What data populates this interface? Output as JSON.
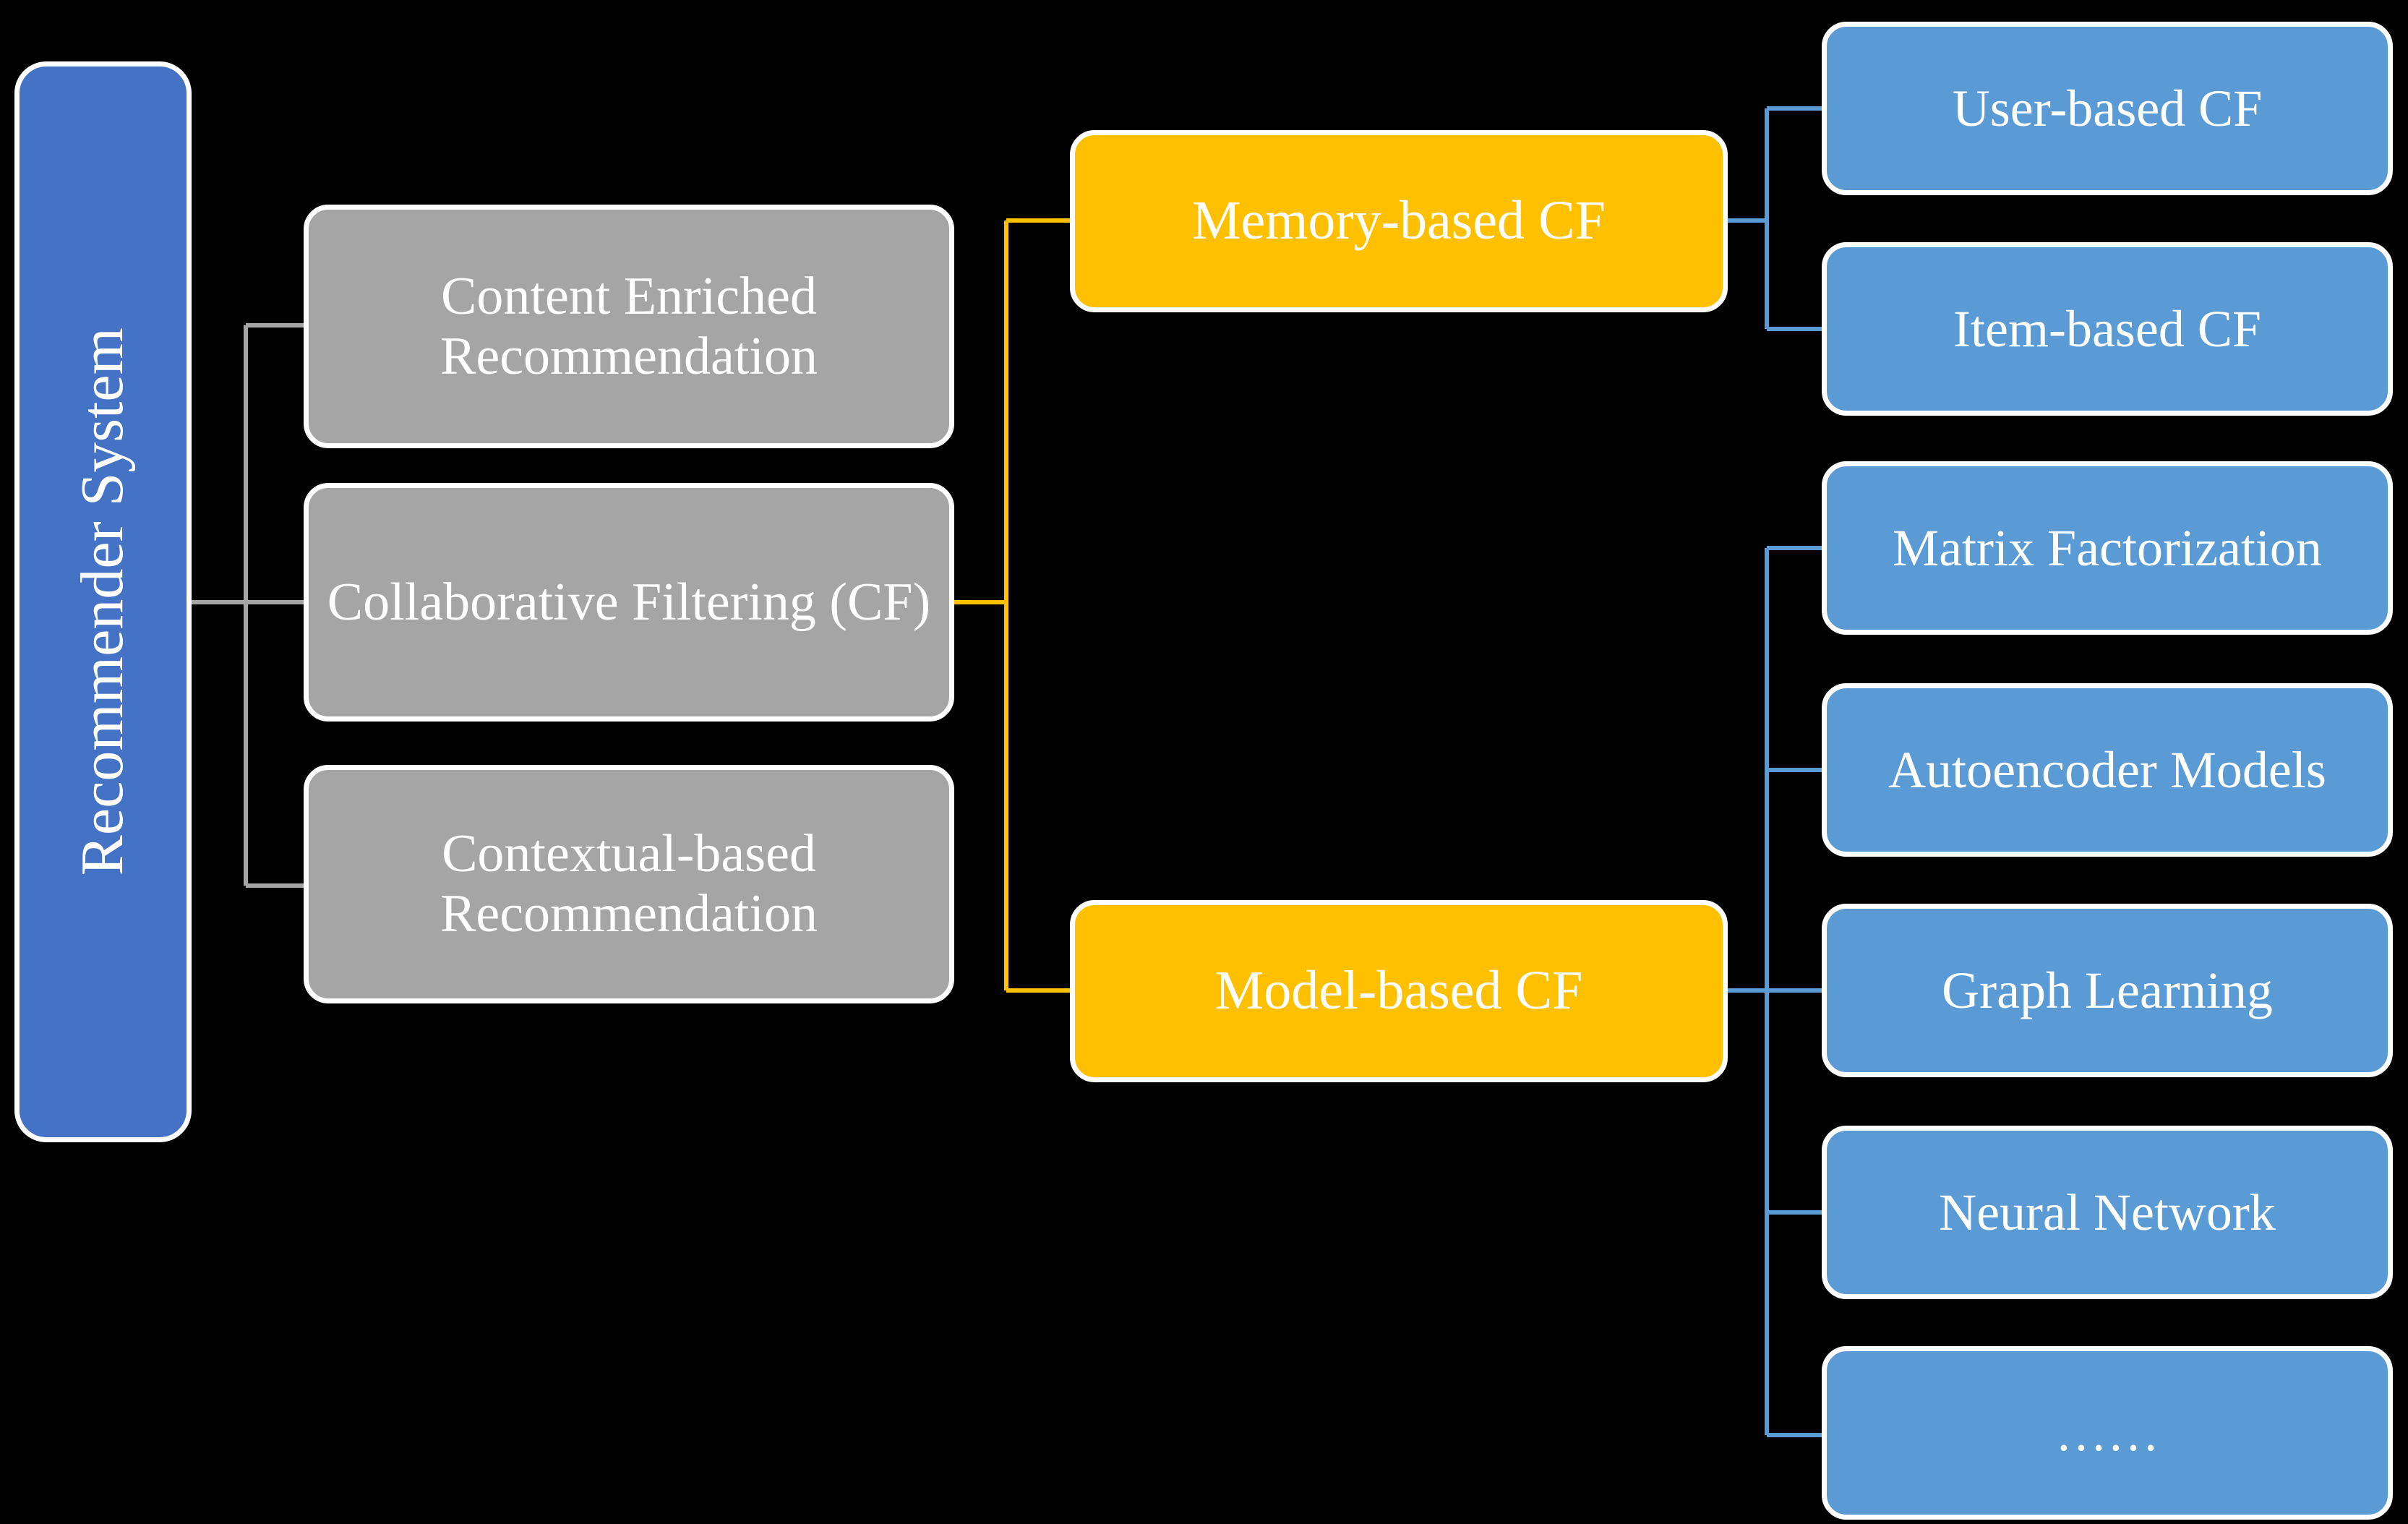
{
  "diagram": {
    "title": "Recommender System taxonomy",
    "background": "#000000",
    "colors": {
      "root": "#4472C4",
      "level1": "#A5A5A5",
      "level2": "#FFC000",
      "level3": "#5B9BD5",
      "text": "#FFFFFF",
      "border": "#FFFFFF",
      "connector_gray": "#A5A5A5",
      "connector_yellow": "#FFC000",
      "connector_blue": "#5B9BD5"
    },
    "root": {
      "label": "Recommender System",
      "orientation": "vertical"
    },
    "level1": [
      {
        "id": "content-enriched",
        "label": "Content Enriched Recommendation"
      },
      {
        "id": "collaborative-filtering",
        "label": "Collaborative Filtering (CF)"
      },
      {
        "id": "contextual-based",
        "label": "Contextual-based Recommendation"
      }
    ],
    "level2": [
      {
        "id": "memory-based-cf",
        "label": "Memory-based CF"
      },
      {
        "id": "model-based-cf",
        "label": "Model-based CF"
      }
    ],
    "level3_memory": [
      {
        "id": "user-based-cf",
        "label": "User-based CF"
      },
      {
        "id": "item-based-cf",
        "label": "Item-based CF"
      }
    ],
    "level3_model": [
      {
        "id": "matrix-factorization",
        "label": "Matrix Factorization"
      },
      {
        "id": "autoencoder-models",
        "label": "Autoencoder Models"
      },
      {
        "id": "graph-learning",
        "label": "Graph Learning"
      },
      {
        "id": "neural-network",
        "label": "Neural Network"
      },
      {
        "id": "ellipsis",
        "label": "……"
      }
    ]
  }
}
